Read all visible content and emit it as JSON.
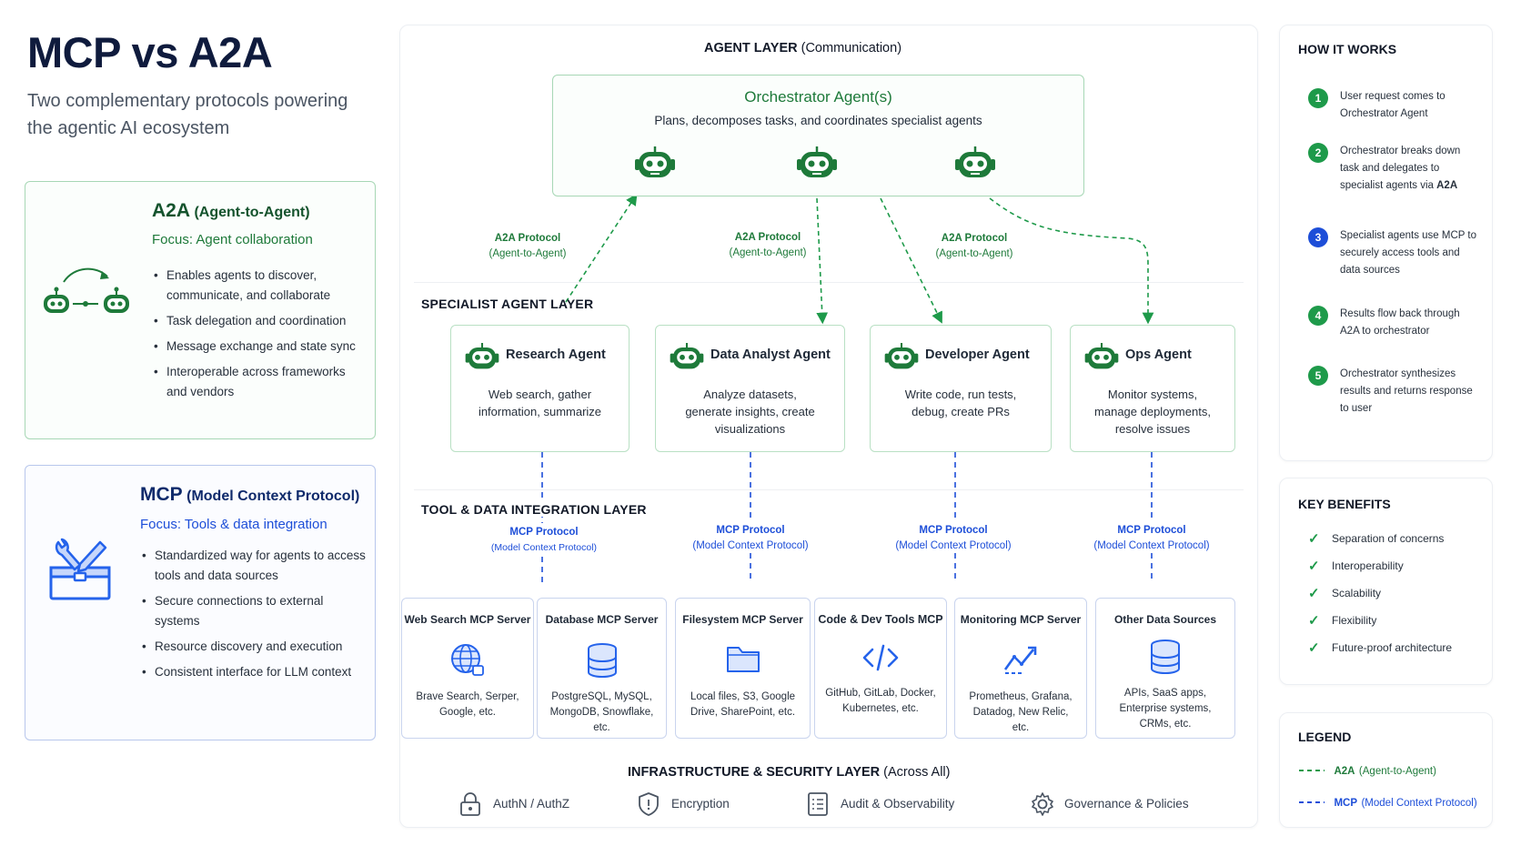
{
  "header": {
    "title": "MCP vs A2A",
    "subtitle_line1": "Two complementary protocols powering",
    "subtitle_line2": "the agentic AI ecosystem"
  },
  "a2a_card": {
    "name": "A2A",
    "paren": "(Agent-to-Agent)",
    "focus_label": "Focus:",
    "focus": "Agent collaboration",
    "bullets": [
      "Enables agents to discover, communicate, and collaborate",
      "Task delegation and coordination",
      "Message exchange and state sync",
      "Interoperable across frameworks and vendors"
    ]
  },
  "mcp_card": {
    "name": "MCP",
    "paren": "(Model Context Protocol)",
    "focus_label": "Focus:",
    "focus": "Tools & data integration",
    "bullets": [
      "Standardized way for agents to access tools and data sources",
      "Secure connections to external systems",
      "Resource discovery and execution",
      "Consistent interface for LLM context"
    ]
  },
  "diagram": {
    "agent_layer_title": "AGENT LAYER",
    "agent_layer_sub": "(Communication)",
    "orchestrator_title": "Orchestrator Agent(s)",
    "orchestrator_desc": "Plans, decomposes tasks, and coordinates specialist agents",
    "a2a_protocol_label": "A2A Protocol",
    "a2a_protocol_sub": "(Agent-to-Agent)",
    "specialist_layer_title": "SPECIALIST AGENT LAYER",
    "agents": [
      {
        "name": "Research Agent",
        "desc": "Web search, gather information, summarize"
      },
      {
        "name": "Data Analyst Agent",
        "desc": "Analyze datasets, generate insights, create visualizations"
      },
      {
        "name": "Developer Agent",
        "desc": "Write code, run tests, debug, create PRs"
      },
      {
        "name": "Ops Agent",
        "desc": "Monitor systems, manage deployments, resolve issues"
      }
    ],
    "tool_layer_title": "TOOL & DATA INTEGRATION LAYER",
    "mcp_protocol_label": "MCP Protocol",
    "mcp_protocol_sub": "(Model Context Protocol)",
    "servers": [
      {
        "name": "Web Search MCP Server",
        "desc": "Brave Search, Serper, Google, etc.",
        "icon": "globe-icon"
      },
      {
        "name": "Database MCP Server",
        "desc": "PostgreSQL, MySQL, MongoDB, Snowflake, etc.",
        "icon": "database-icon"
      },
      {
        "name": "Filesystem MCP Server",
        "desc": "Local files, S3, Google Drive, SharePoint, etc.",
        "icon": "folder-icon"
      },
      {
        "name": "Code & Dev Tools MCP",
        "desc": "GitHub, GitLab, Docker, Kubernetes, etc.",
        "icon": "code-icon"
      },
      {
        "name": "Monitoring MCP Server",
        "desc": "Prometheus, Grafana, Datadog, New Relic, etc.",
        "icon": "chart-line-icon"
      },
      {
        "name": "Other Data Sources",
        "desc": "APIs, SaaS apps, Enterprise systems, CRMs, etc.",
        "icon": "database-icon"
      }
    ],
    "infra_title": "INFRASTRUCTURE & SECURITY LAYER",
    "infra_sub": "(Across All)",
    "infra_items": [
      {
        "label": "AuthN / AuthZ",
        "icon": "lock-icon"
      },
      {
        "label": "Encryption",
        "icon": "shield-icon"
      },
      {
        "label": "Audit & Observability",
        "icon": "document-icon"
      },
      {
        "label": "Governance & Policies",
        "icon": "gear-icon"
      }
    ]
  },
  "how_it_works": {
    "title": "HOW IT WORKS",
    "steps": [
      {
        "num": "1",
        "text": "User request comes to Orchestrator Agent",
        "color": "#1e9a4a"
      },
      {
        "num": "2",
        "text": "Orchestrator breaks down task and delegates to specialist agents via",
        "bold": "A2A",
        "color": "#1e9a4a"
      },
      {
        "num": "3",
        "text": "Specialist agents use MCP to securely access tools and data sources",
        "color": "#1d4ed8"
      },
      {
        "num": "4",
        "text": "Results flow back through A2A to orchestrator",
        "color": "#1e9a4a"
      },
      {
        "num": "5",
        "text": "Orchestrator synthesizes results and returns response to user",
        "color": "#1e9a4a"
      }
    ]
  },
  "key_benefits": {
    "title": "KEY BENEFITS",
    "items": [
      "Separation of concerns",
      "Interoperability",
      "Scalability",
      "Flexibility",
      "Future-proof architecture"
    ]
  },
  "legend": {
    "title": "LEGEND",
    "a2a_name": "A2A",
    "a2a_paren": "(Agent-to-Agent)",
    "mcp_name": "MCP",
    "mcp_paren": "(Model Context Protocol)",
    "a2a_color": "#1e9a4a",
    "mcp_color": "#1d4ed8"
  }
}
